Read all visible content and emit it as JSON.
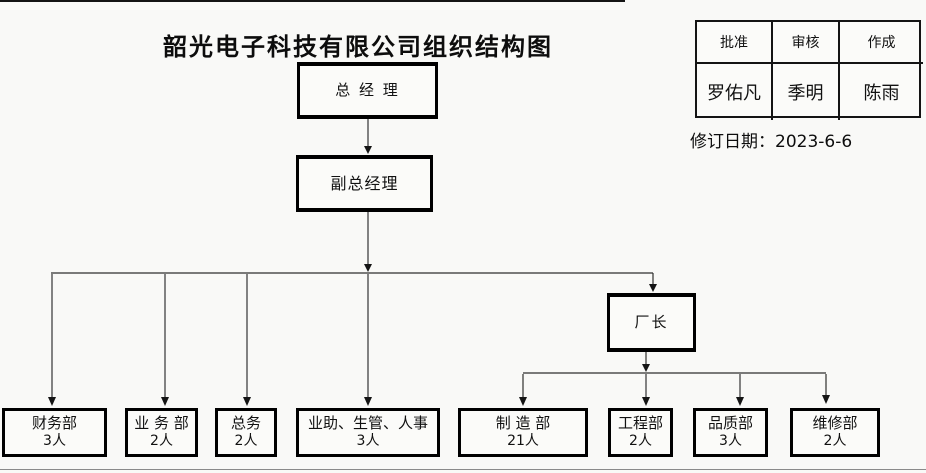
{
  "page": {
    "title": "韶光电子科技有限公司组织结构图",
    "revision_date": "修订日期：2023-6-6"
  },
  "approval_table": {
    "headers": [
      "批准",
      "审核",
      "作成"
    ],
    "signers": [
      "罗佑凡",
      "季明",
      "陈雨"
    ]
  },
  "org": {
    "general_manager": "总 经 理",
    "deputy_general_manager": "副总经理",
    "factory_director": "厂长",
    "departments": [
      {
        "name": "财务部",
        "headcount": "3人"
      },
      {
        "name": "业 务 部",
        "headcount": "2人"
      },
      {
        "name": "总务",
        "headcount": "2人"
      },
      {
        "name": "业助、生管、人事",
        "headcount": "3人"
      },
      {
        "name": "制 造 部",
        "headcount": "21人"
      },
      {
        "name": "工程部",
        "headcount": "2人"
      },
      {
        "name": "品质部",
        "headcount": "3人"
      },
      {
        "name": "维修部",
        "headcount": "2人"
      }
    ]
  },
  "colors": {
    "background": "#f9f9f7",
    "box_border": "#000000",
    "connector_line": "#5a5a5a",
    "text": "#111111"
  }
}
